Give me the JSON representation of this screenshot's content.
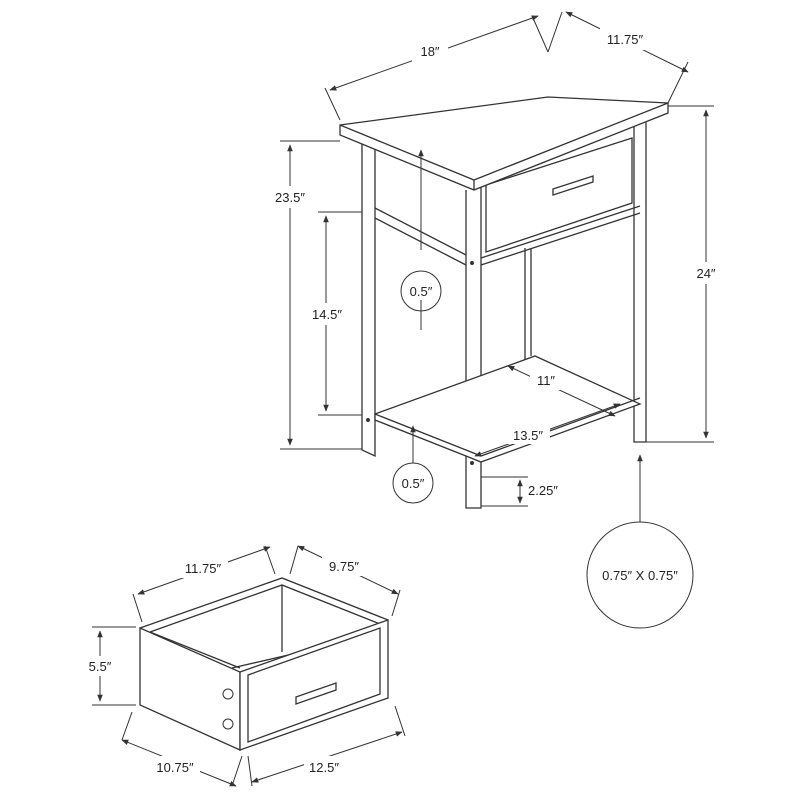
{
  "table": {
    "top_width": "18″",
    "top_depth": "11.75″",
    "height_to_top": "23.5″",
    "total_height": "24″",
    "open_height": "14.5″",
    "top_thickness": "0.5″",
    "shelf_thickness": "0.5″",
    "shelf_depth": "11″",
    "shelf_width": "13.5″",
    "shelf_clearance": "2.25″",
    "leg_section": "0.75″ X 0.75″"
  },
  "drawer": {
    "outer_width": "11.75″",
    "outer_depth": "9.75″",
    "height": "5.5″",
    "inner_depth": "10.75″",
    "inner_width": "12.5″"
  }
}
